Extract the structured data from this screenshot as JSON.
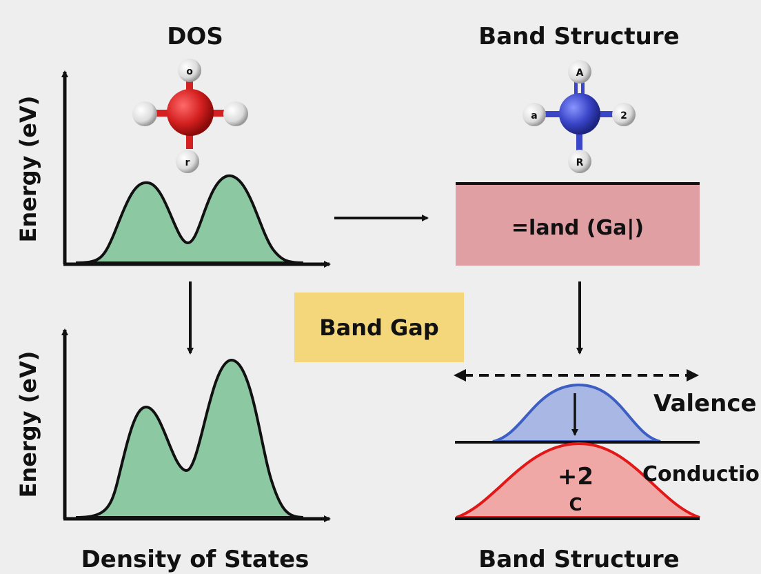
{
  "titles": {
    "dos_top": "DOS",
    "band_top": "Band Structure",
    "dos_bottom": "Density of States",
    "band_bottom": "Band Structure"
  },
  "axes": {
    "ylabel_top": "Energy (eV)",
    "ylabel_bottom": "Energy (eV)"
  },
  "molecules": {
    "left": {
      "color": "#d42020",
      "labels": [
        "o",
        "r"
      ]
    },
    "right": {
      "color": "#3a45c8",
      "labels": [
        "A",
        "a",
        "2",
        "R"
      ]
    }
  },
  "boxes": {
    "band_gap_label": "=land (Ga|)",
    "band_gap_center": "Band Gap"
  },
  "bands": {
    "valence_label": "Valence",
    "conduction_label": "Conductio",
    "charge_label": "+2",
    "charge_sub": "C"
  },
  "colors": {
    "dos_fill": "#8cc8a2",
    "band_box": "#e0a0a3",
    "gap_box": "#f4d77a",
    "valence_fill": "#a9b7e4",
    "valence_stroke": "#3d5fc4",
    "conduction_fill": "#f0a8a6",
    "conduction_stroke": "#e01818"
  }
}
